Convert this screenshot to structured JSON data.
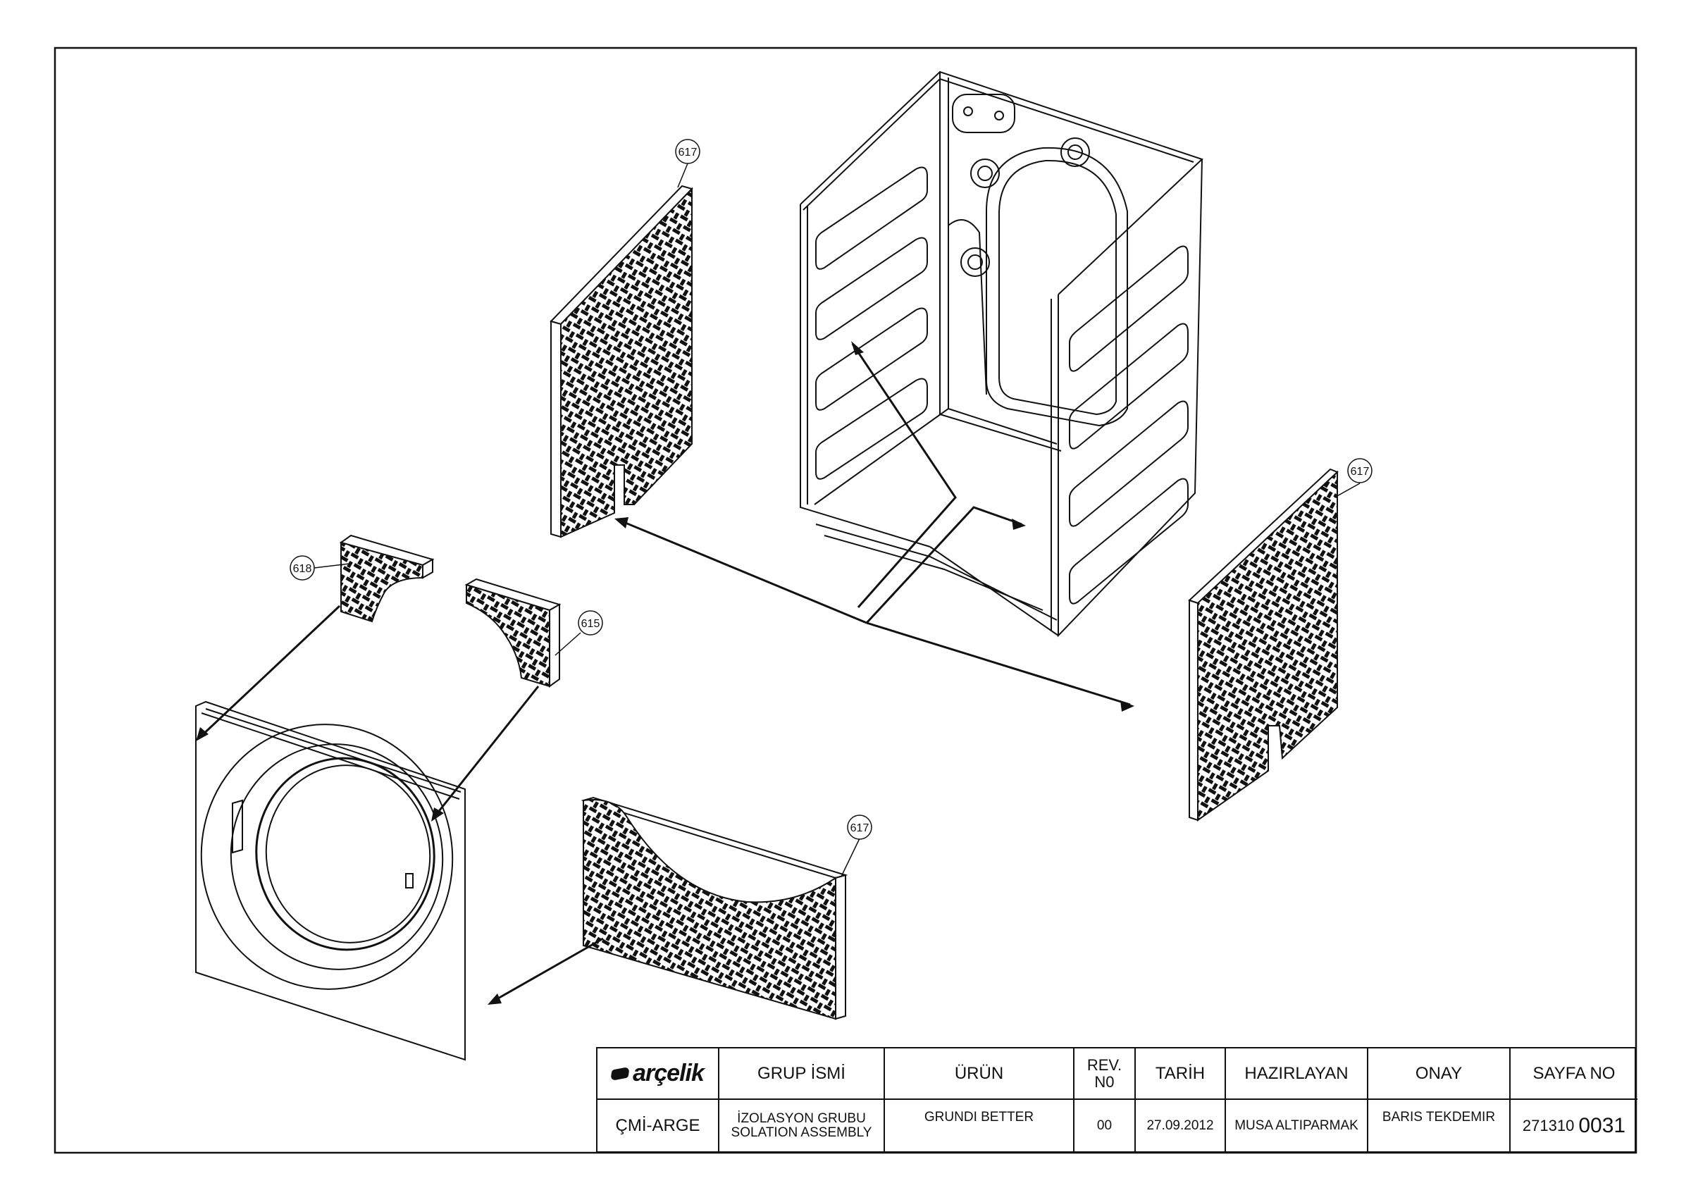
{
  "drawing": {
    "callouts": [
      "617",
      "617",
      "617",
      "618",
      "615"
    ]
  },
  "title_block": {
    "logo_text": "arçelik",
    "headers": {
      "group": "GRUP İSMİ",
      "product": "ÜRÜN",
      "rev": "REV.\nN0",
      "date": "TARİH",
      "prepared": "HAZIRLAYAN",
      "approval": "ONAY",
      "page": "SAYFA NO"
    },
    "values": {
      "department": "ÇMİ-ARGE",
      "group_line1": "İZOLASYON GRUBU",
      "group_line2": "SOLATION ASSEMBLY",
      "product": "GRUNDI BETTER",
      "rev": "00",
      "date": "27.09.2012",
      "prepared": "MUSA ALTIPARMAK",
      "approval": "BARIS TEKDEMIR",
      "page_prefix": "271310",
      "page_suffix": "0031"
    }
  }
}
